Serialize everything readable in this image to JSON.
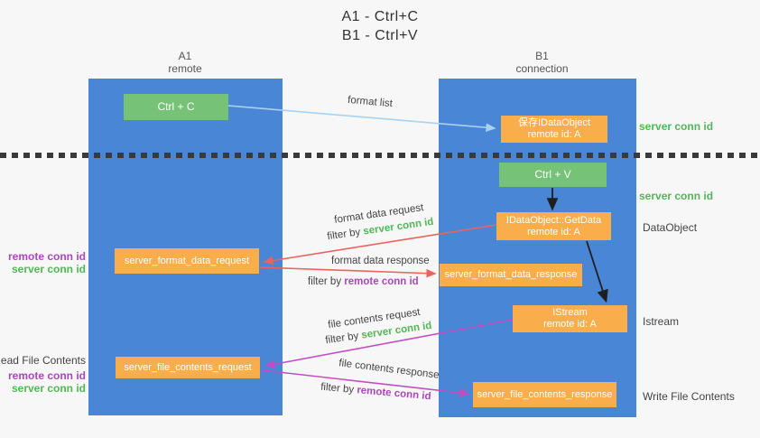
{
  "title": {
    "line1": "A1 - Ctrl+C",
    "line2": "B1 - Ctrl+V"
  },
  "lanes": {
    "left": {
      "name": "A1",
      "role": "remote"
    },
    "right": {
      "name": "B1",
      "role": "connection"
    }
  },
  "nodes": {
    "ctrl_c": {
      "label": "Ctrl + C"
    },
    "ctrl_v": {
      "label": "Ctrl + V"
    },
    "save_dataobject": {
      "line1": "保存IDataObject",
      "line2": "remote id: A"
    },
    "getdata": {
      "line1": "IDataObject::GetData",
      "line2": "remote id: A"
    },
    "istream": {
      "line1": "IStream",
      "line2": "remote id: A"
    },
    "format_request": {
      "label": "server_format_data_request"
    },
    "format_response": {
      "label": "server_format_data_response"
    },
    "file_request": {
      "label": "server_file_contents_request"
    },
    "file_response": {
      "label": "server_file_contents_response"
    }
  },
  "edge_labels": {
    "format_list": "format list",
    "format_data_request": "format data request",
    "format_data_response": "format data response",
    "file_contents_request": "file contents request",
    "file_contents_response": "file contents response",
    "filter_by": "filter by"
  },
  "annotations": {
    "server_conn_id": "server conn id",
    "remote_conn_id": "remote conn id",
    "dataobject": "DataObject",
    "istream": "Istream",
    "read_file_contents": "Read File Contents",
    "write_file_contents": "Write File Contents"
  },
  "colors": {
    "lane_blue": "#4a86d6",
    "box_green": "#76c276",
    "box_orange": "#f9ae4b",
    "arrow_red": "#e8645c",
    "arrow_magenta": "#c24fc2",
    "arrow_light_blue": "#a8d2f0",
    "arrow_black": "#1f1f1f",
    "text_green": "#53b657",
    "text_purple": "#ab47bc"
  }
}
